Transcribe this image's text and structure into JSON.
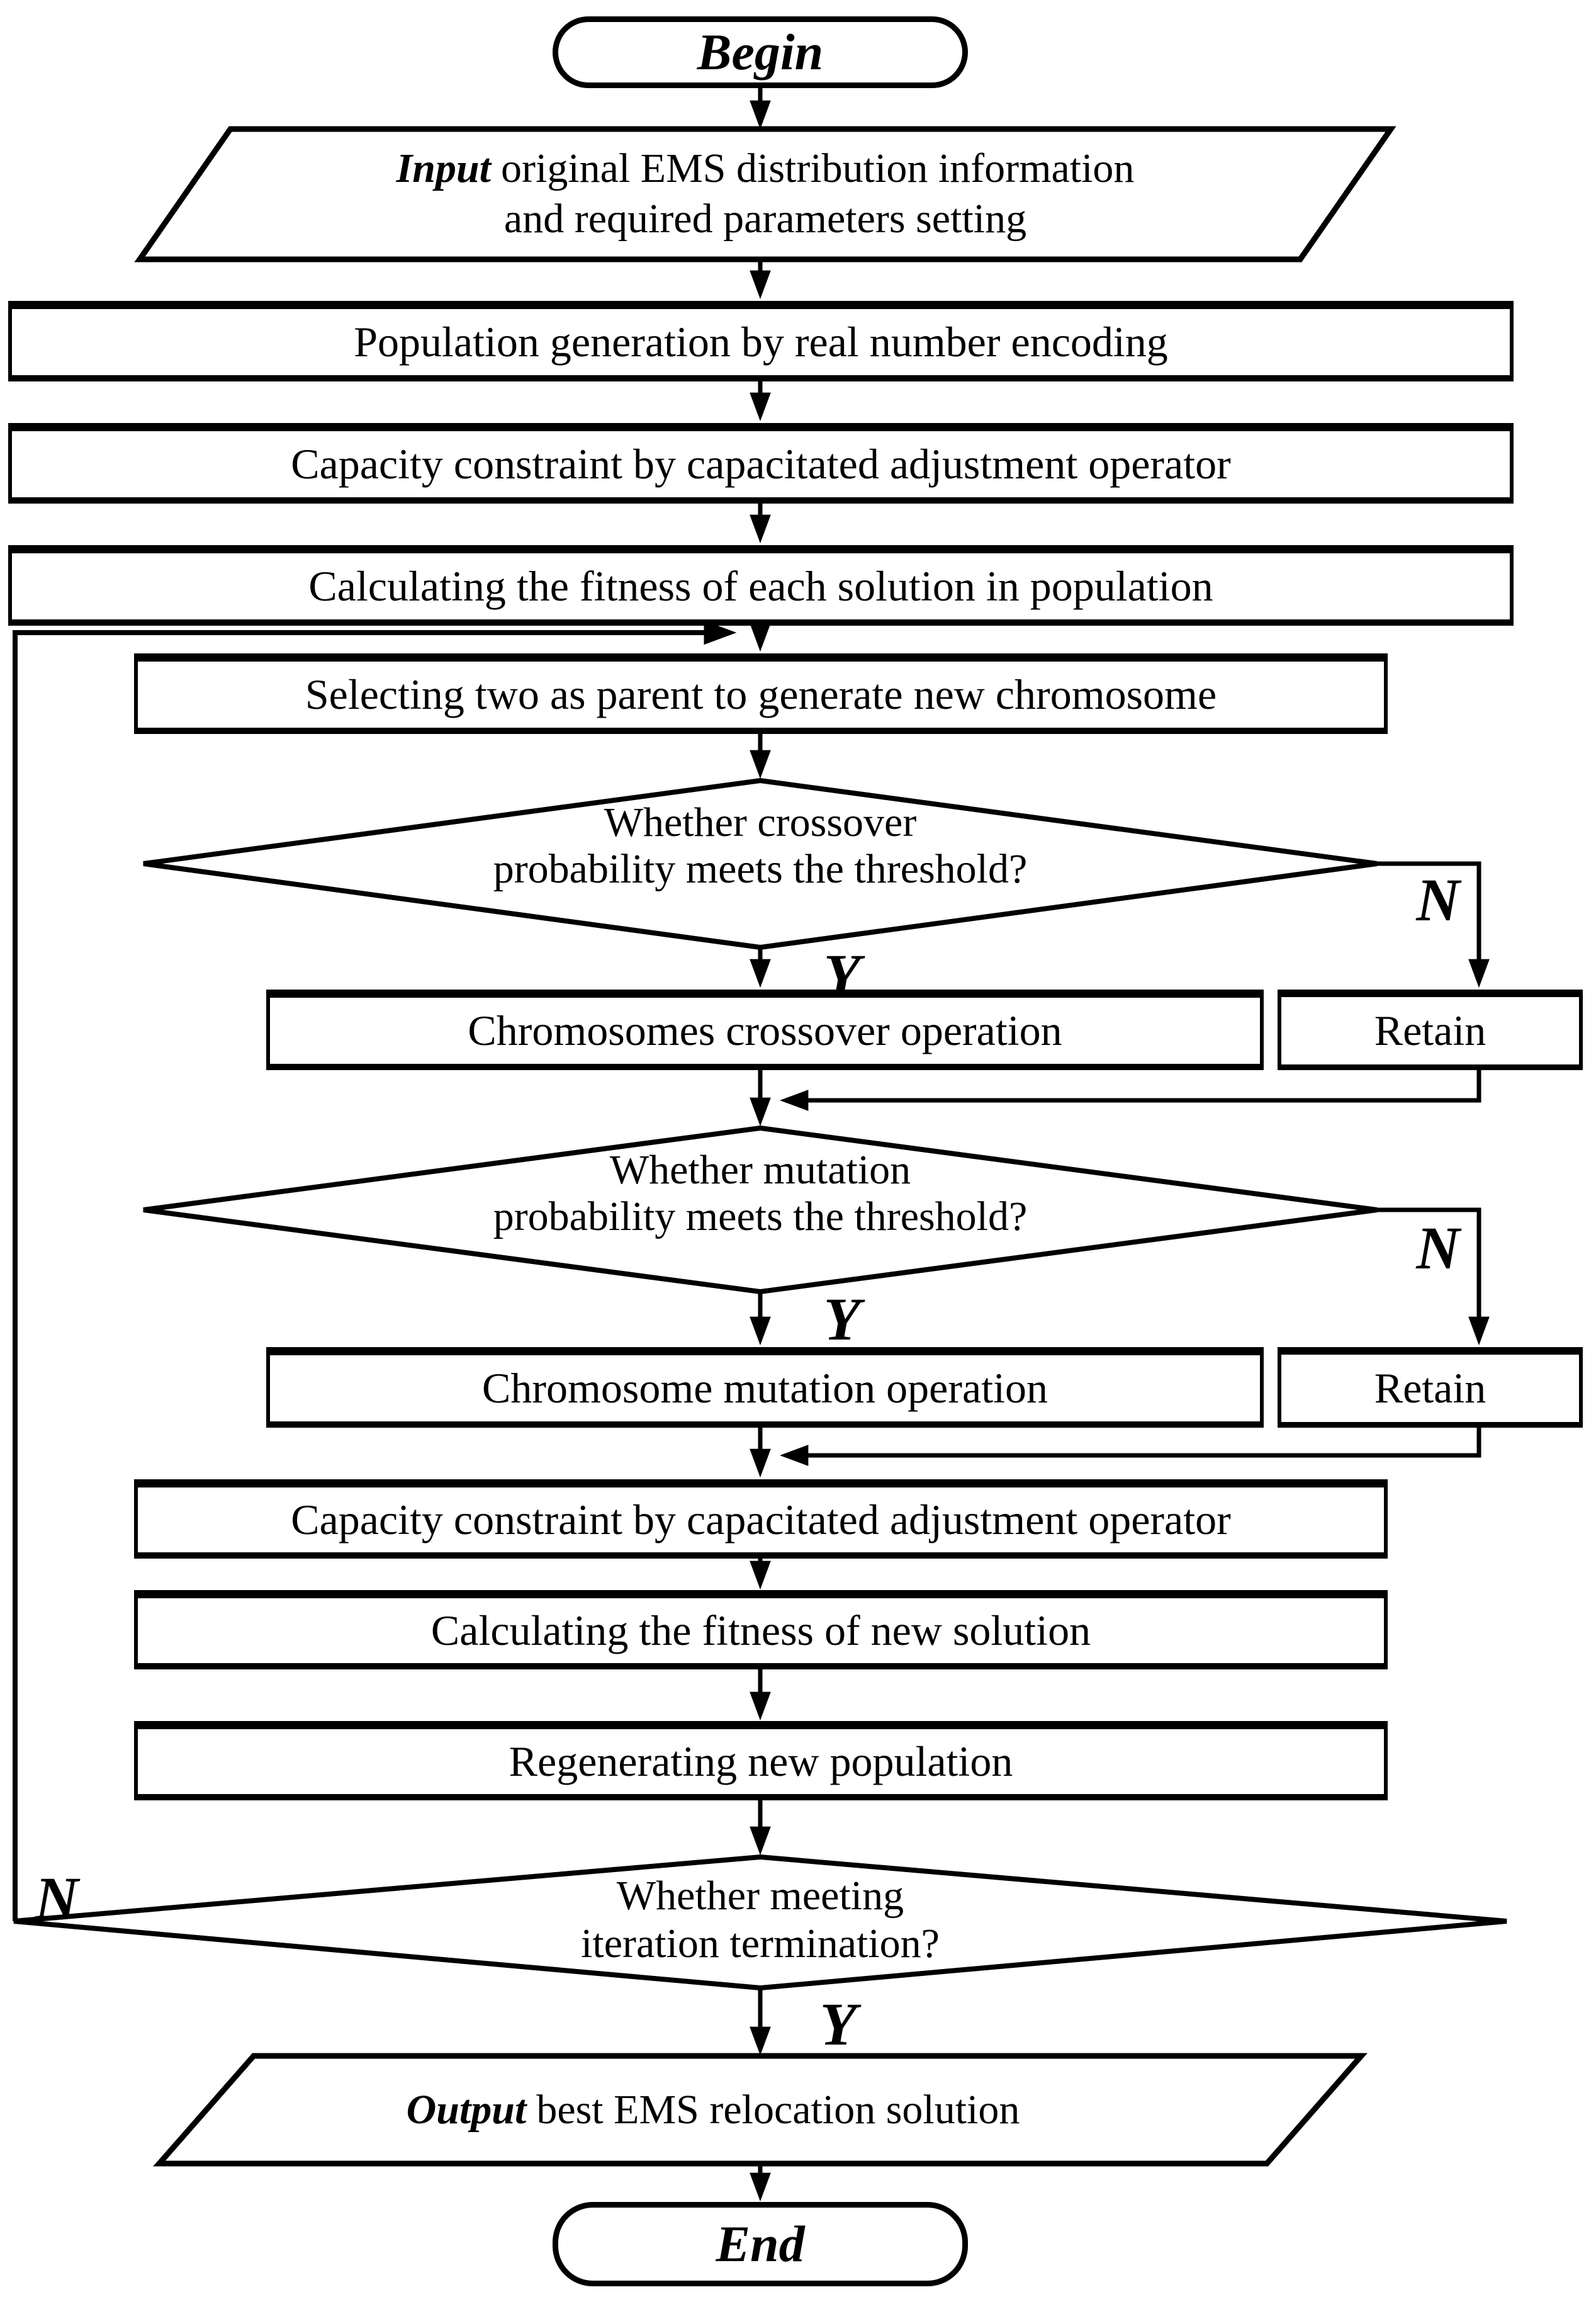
{
  "terminals": {
    "begin": "Begin",
    "end": "End"
  },
  "io": {
    "input": {
      "keyword": "Input",
      "line1_rest": "original EMS distribution information",
      "line2": "and required parameters setting"
    },
    "output": {
      "keyword": "Output",
      "rest": "best EMS relocation solution"
    }
  },
  "steps": {
    "population_generation": "Population generation by real number encoding",
    "capacity_constraint_1": "Capacity constraint by capacitated adjustment operator",
    "fitness_each_solution": "Calculating the fitness of each solution in population",
    "selecting_parents": "Selecting two as parent to generate new chromosome",
    "crossover_operation": "Chromosomes crossover operation",
    "retain_crossover": "Retain",
    "mutation_operation": "Chromosome mutation operation",
    "retain_mutation": "Retain",
    "capacity_constraint_2": "Capacity constraint by capacitated adjustment operator",
    "fitness_new_solution": "Calculating the fitness of new solution",
    "regenerating_population": "Regenerating new population"
  },
  "decisions": {
    "crossover": {
      "line1": "Whether crossover",
      "line2": "probability meets the threshold?"
    },
    "mutation": {
      "line1": "Whether mutation",
      "line2": "probability meets the threshold?"
    },
    "termination": {
      "line1": "Whether meeting",
      "line2": "iteration termination?"
    }
  },
  "labels": {
    "yes": "Y",
    "no": "N"
  },
  "colors": {
    "line": "#000000",
    "background": "#ffffff",
    "shape_fill": "#ffffff"
  }
}
